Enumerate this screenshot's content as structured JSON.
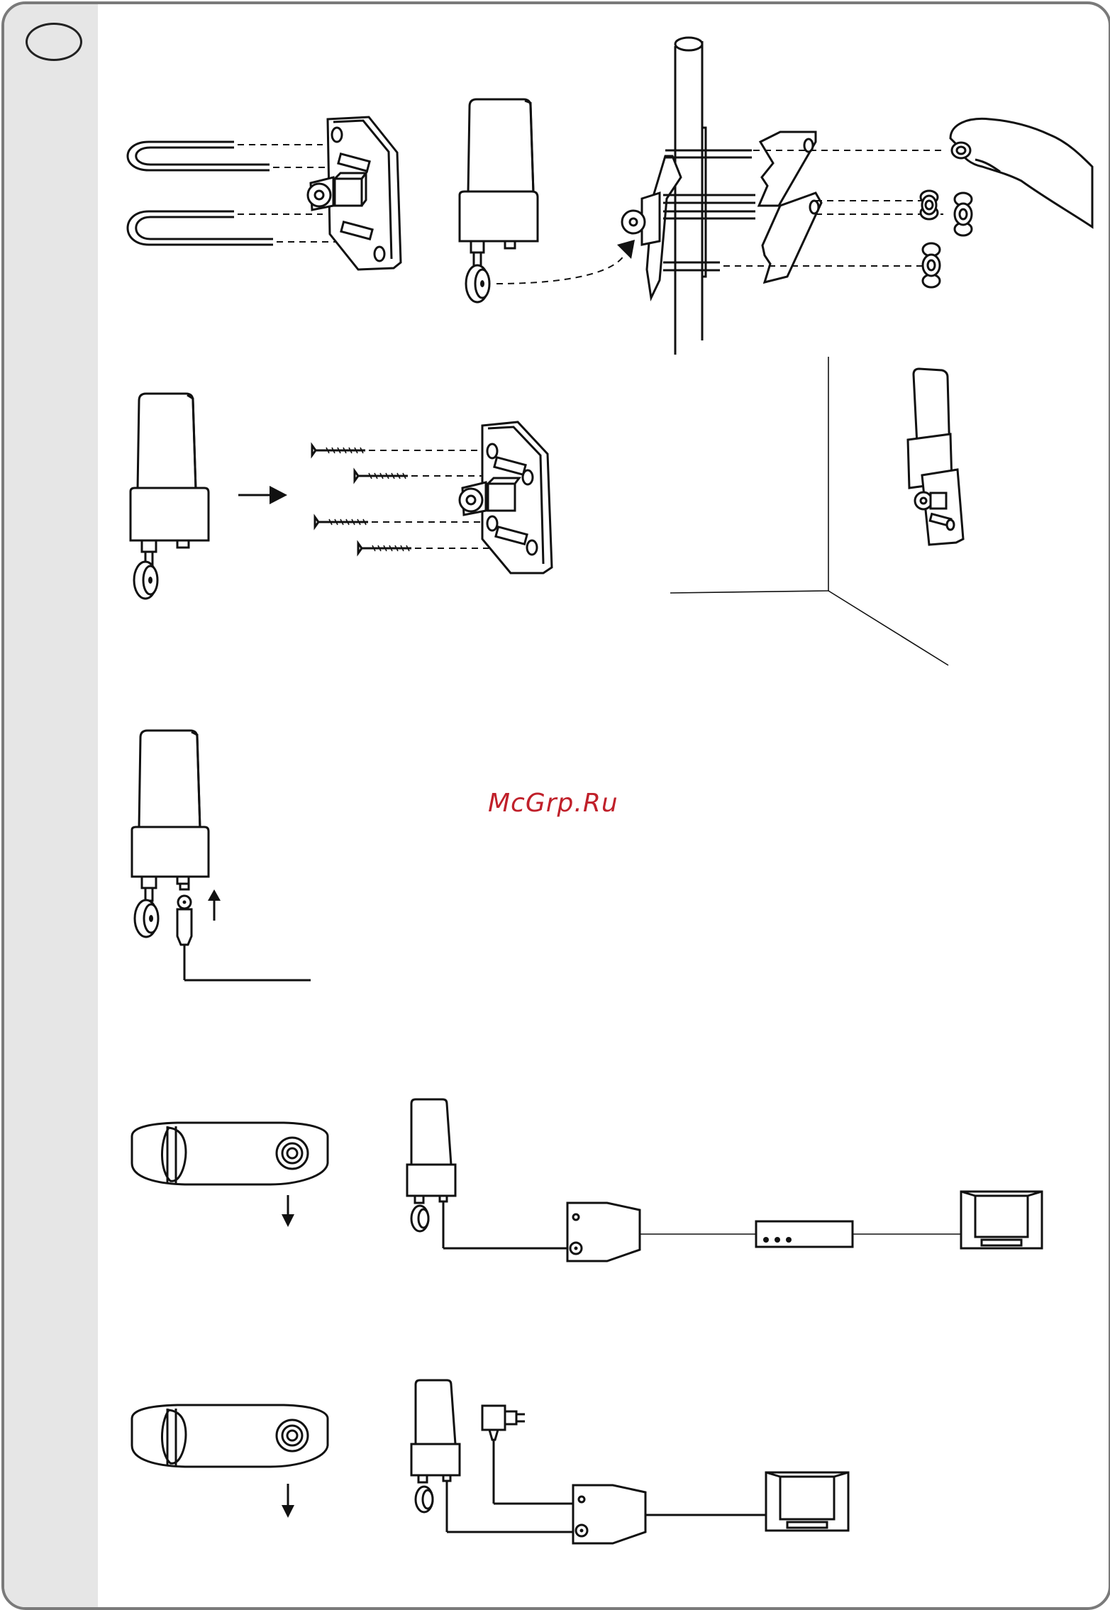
{
  "page": {
    "language_badge": "",
    "watermark": "McGrp.Ru"
  },
  "figures": [
    {
      "id": "fig-pole-mount",
      "icon": "antenna-pole-mount-assembly-illustration"
    },
    {
      "id": "fig-wall-mount",
      "icon": "antenna-wall-mount-screws-illustration"
    },
    {
      "id": "fig-corner-mount",
      "icon": "antenna-mounted-on-wall-corner-illustration"
    },
    {
      "id": "fig-cable-connect",
      "icon": "antenna-coax-cable-connection-illustration"
    },
    {
      "id": "fig-switch-setting-1",
      "icon": "switch-position-arrow-illustration"
    },
    {
      "id": "fig-connection-stb",
      "icon": "antenna-to-power-unit-to-receiver-to-tv-diagram"
    },
    {
      "id": "fig-switch-setting-2",
      "icon": "switch-position-arrow-illustration"
    },
    {
      "id": "fig-connection-adapter",
      "icon": "antenna-with-power-adapter-to-tv-diagram"
    }
  ],
  "colors": {
    "line": "#111111",
    "sidebar": "#e6e6e6",
    "border": "#7a7a7a",
    "watermark": "#c0202a"
  }
}
